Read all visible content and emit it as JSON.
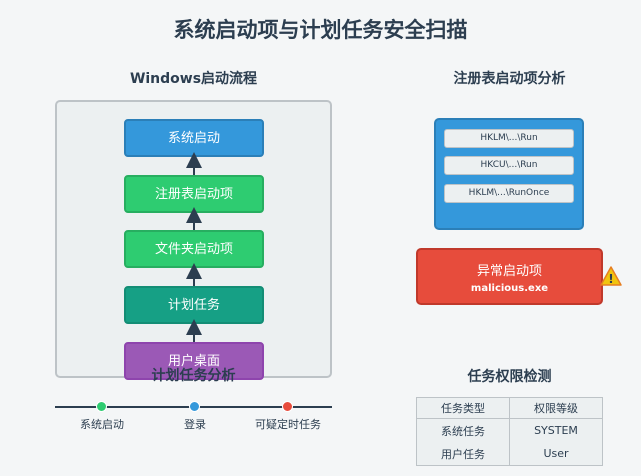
{
  "title": "系统启动项与计划任务安全扫描",
  "flow": {
    "heading": "Windows启动流程",
    "steps": [
      {
        "label": "系统启动",
        "color": "#3498db"
      },
      {
        "label": "注册表启动项",
        "color": "#2ecc71"
      },
      {
        "label": "文件夹启动项",
        "color": "#2ecc71"
      },
      {
        "label": "计划任务",
        "color": "#16a085"
      },
      {
        "label": "用户桌面",
        "color": "#9b59b6"
      }
    ],
    "overlay_heading": "计划任务分析"
  },
  "timeline": {
    "points": [
      {
        "label": "系统启动",
        "color": "#2ecc71"
      },
      {
        "label": "登录",
        "color": "#3498db"
      },
      {
        "label": "可疑定时任务",
        "color": "#e74c3c"
      }
    ]
  },
  "registry": {
    "heading": "注册表启动项分析",
    "keys": [
      "HKLM\\...\\Run",
      "HKCU\\...\\Run",
      "HKLM\\...\\RunOnce"
    ],
    "anomaly_title": "异常启动项",
    "anomaly_file": "malicious.exe",
    "warning_symbol": "!"
  },
  "permissions": {
    "heading": "任务权限检测",
    "columns": [
      "任务类型",
      "权限等级"
    ],
    "rows": [
      [
        "系统任务",
        "SYSTEM"
      ],
      [
        "用户任务",
        "User"
      ]
    ]
  }
}
